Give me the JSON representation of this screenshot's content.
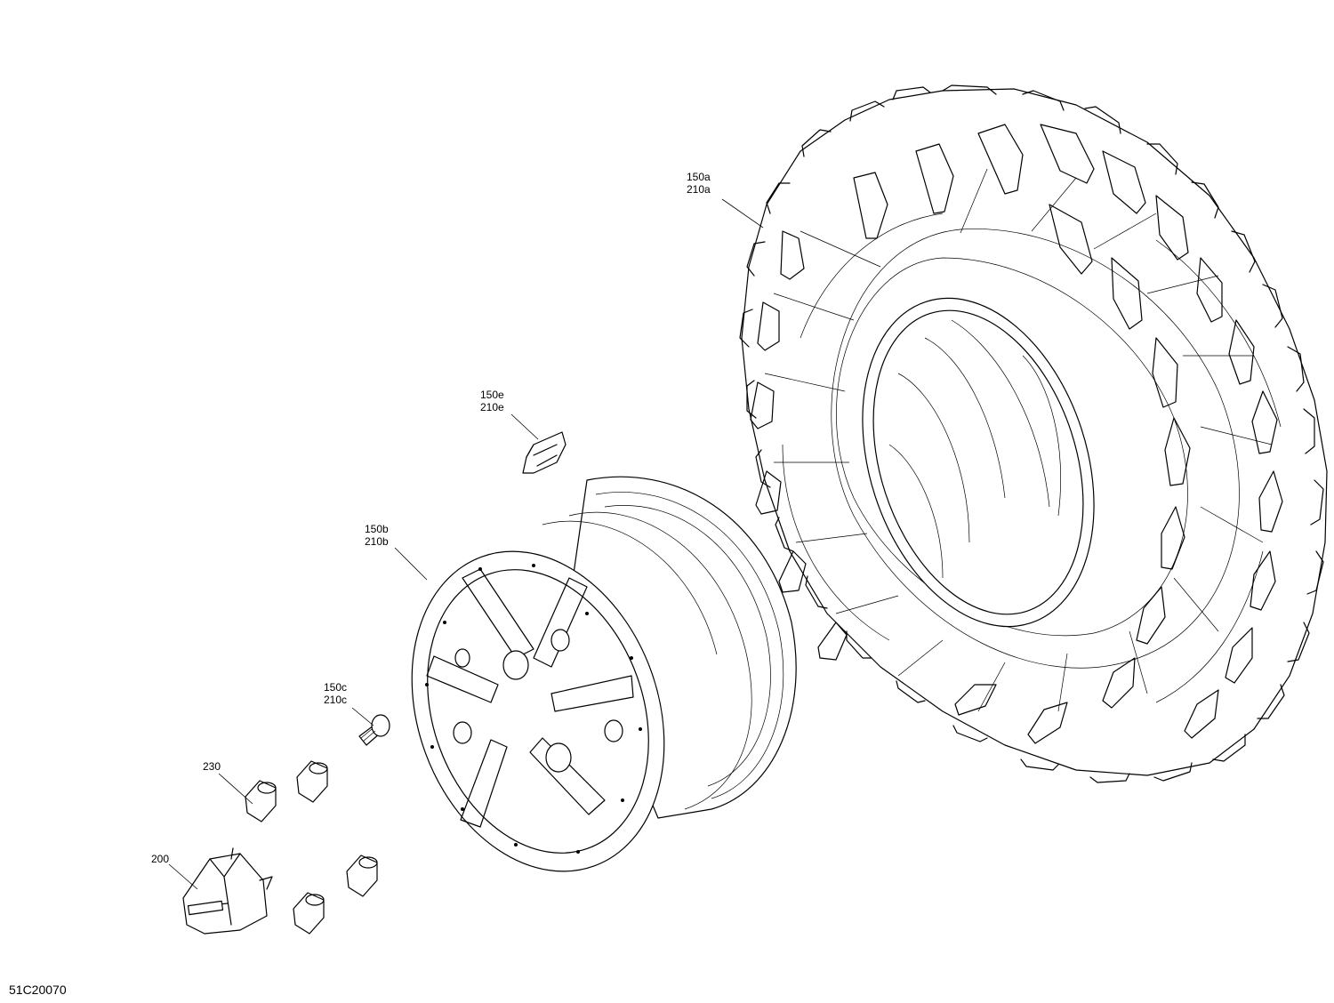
{
  "callouts": {
    "tire": {
      "line1": "150a",
      "line2": "210a"
    },
    "insert": {
      "line1": "150e",
      "line2": "210e"
    },
    "rim": {
      "line1": "150b",
      "line2": "210b"
    },
    "valve": {
      "line1": "150c",
      "line2": "210c"
    },
    "nut": {
      "line1": "230"
    },
    "hubcap": {
      "line1": "200"
    }
  },
  "figure_code": "51C20070"
}
